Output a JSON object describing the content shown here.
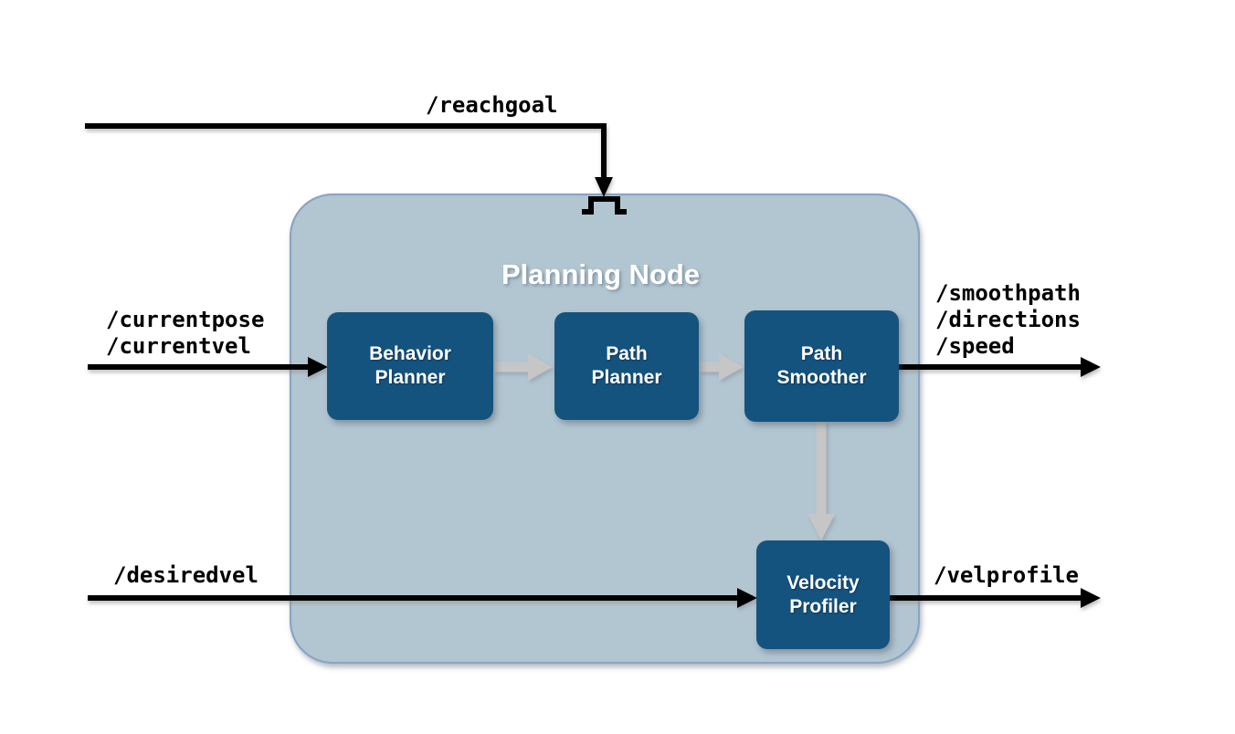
{
  "diagram": {
    "title": "Planning Node",
    "panel_color": "#b2c6d2",
    "panel_border_color": "#8aa4c4",
    "box_color": "#15537f",
    "internal_arrow_color": "#c6c6c6",
    "external_arrow_color": "#000000",
    "background": "#ffffff"
  },
  "panel": {
    "label": "Planning Node"
  },
  "pulse_icon": {
    "name": "step-pulse-icon"
  },
  "processes": [
    {
      "id": "behavior-planner",
      "label": "Behavior\nPlanner"
    },
    {
      "id": "path-planner",
      "label": "Path\nPlanner"
    },
    {
      "id": "path-smoother",
      "label": "Path\nSmoother"
    },
    {
      "id": "velocity-profiler",
      "label": "Velocity\nProfiler"
    }
  ],
  "inputs": {
    "reachgoal": "/reachgoal",
    "currentpose": "/currentpose",
    "currentvel": "/currentvel",
    "desiredvel": "/desiredvel"
  },
  "outputs": {
    "smoothpath": "/smoothpath",
    "directions": "/directions",
    "speed": "/speed",
    "velprofile": "/velprofile"
  }
}
